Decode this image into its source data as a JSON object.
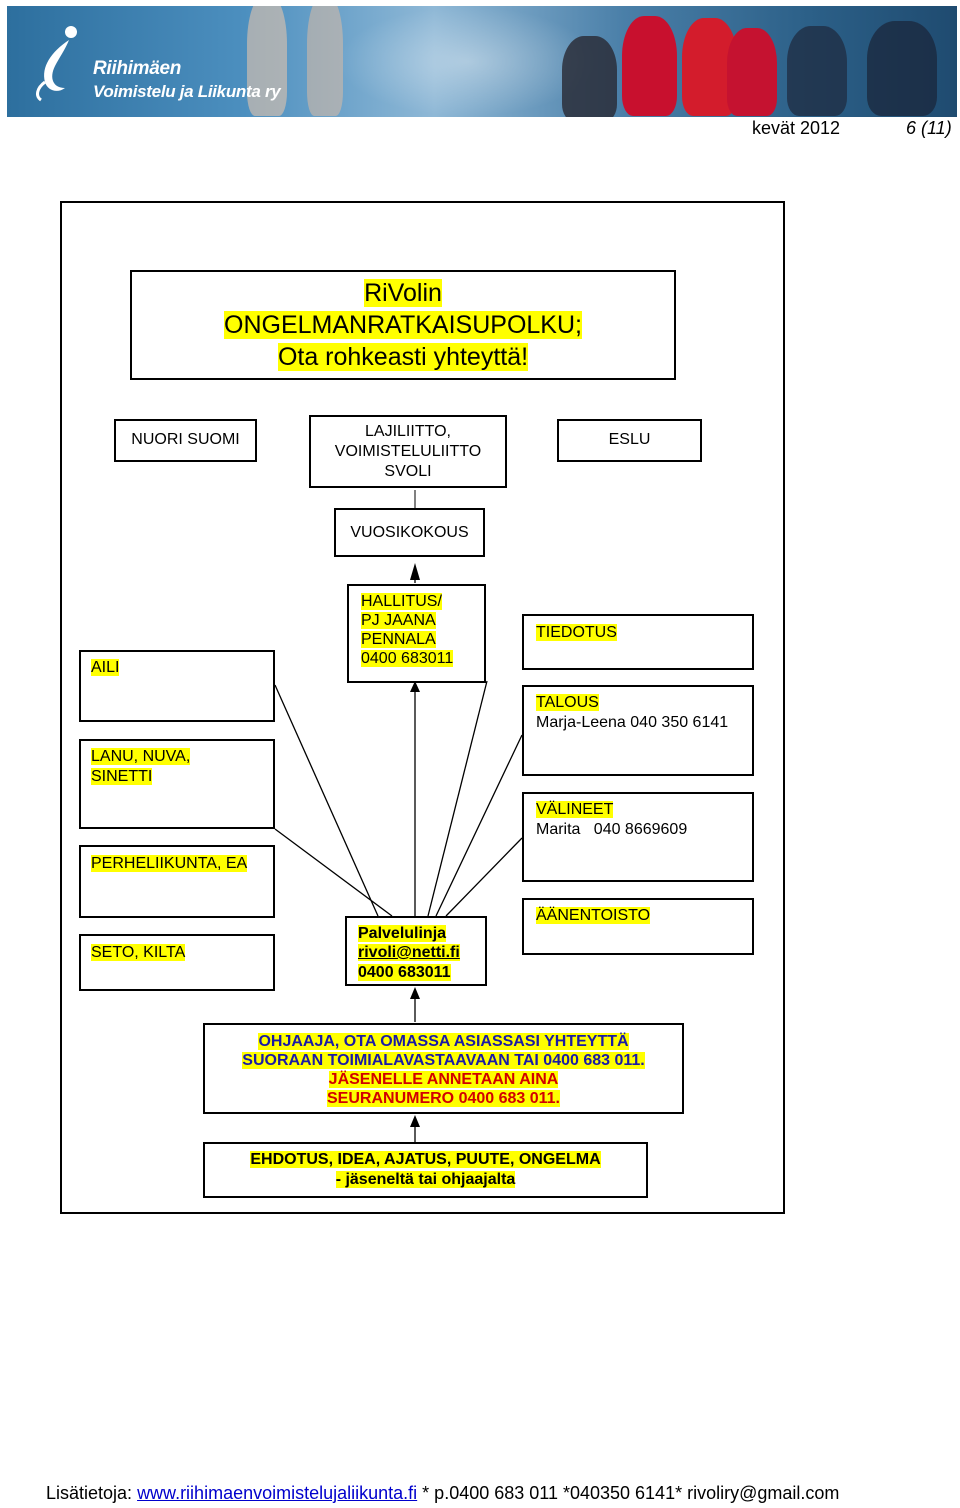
{
  "header": {
    "org_line1": "Riihimäen",
    "org_line2": "Voimistelu ja Liikunta ry",
    "date": "kevät 2012",
    "page": "6 (11)"
  },
  "title": {
    "line1": "RiVolin",
    "line2": "ONGELMANRATKAISUPOLKU;",
    "line3": "Ota rohkeasti yhteyttä!"
  },
  "top_row": {
    "left": "NUORI SUOMI",
    "center_lines": [
      "LAJILIITTO,",
      "VOIMISTELULIITTO",
      "SVOLI"
    ],
    "right": "ESLU"
  },
  "vuosikokous": "VUOSIKOKOUS",
  "hallitus": [
    "HALLITUS/",
    "PJ JAANA",
    "PENNALA",
    "0400 683011"
  ],
  "left_column": [
    "AILI",
    "LANU, NUVA,",
    "SINETTI",
    "PERHELIIKUNTA, EA",
    "SETO, KILTA"
  ],
  "right_column": {
    "tiedotus": "TIEDOTUS",
    "talous": "TALOUS",
    "talous_contact": "Marja-Leena 040 350 6141",
    "valineet": "VÄLINEET",
    "valineet_contact": "Marita   040 8669609",
    "aanentoisto": "ÄÄNENTOISTO"
  },
  "palvelulinja": [
    "Palvelulinja",
    "rivoli@netti.fi",
    "0400 683011"
  ],
  "ohjaaja": [
    "OHJAAJA, OTA OMASSA ASIASSASI YHTEYTTÄ",
    "SUORAAN TOIMIALAVASTAAVAAN TAI 0400 683 011.",
    "JÄSENELLE ANNETAAN AINA",
    "SEURANUMERO 0400 683 011."
  ],
  "ehdotus": [
    "EHDOTUS, IDEA, AJATUS, PUUTE, ONGELMA",
    "- jäseneltä tai ohjaajalta"
  ],
  "footer": {
    "prefix": "Lisätietoja: ",
    "link": "www.riihimaenvoimistelujaliikunta.fi",
    "rest": " * p.0400 683 011 *040350 6141* rivoliry@gmail.com"
  },
  "colors": {
    "highlight": "#ffff00",
    "blue_text": "#1a1aa6",
    "red_text": "#d10000"
  }
}
